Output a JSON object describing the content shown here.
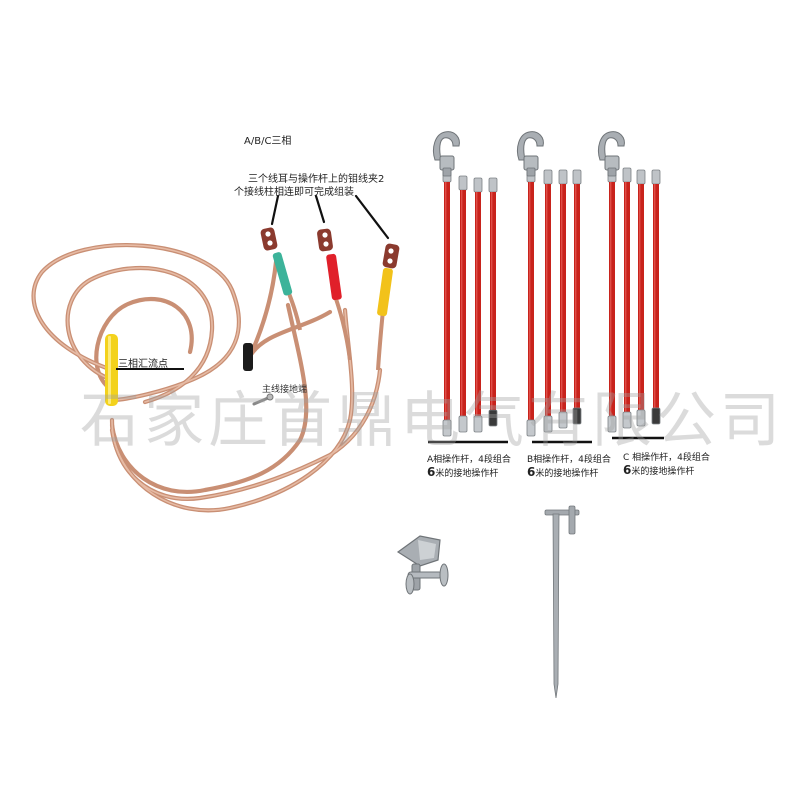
{
  "labels": {
    "phase_title": "A/B/C三相",
    "instruction_line1": "三个线耳与操作杆上的钼线夹2",
    "instruction_line2": "个接线柱相连即可完成组装",
    "junction_point": "三相汇流点",
    "main_ground_end": "主线接地端"
  },
  "rod_sets": [
    {
      "phase": "A",
      "caption_line1": "A相操作杆，4段组合",
      "caption_num": "6",
      "caption_line2": "米的接地操作杆"
    },
    {
      "phase": "B",
      "caption_line1": "B相操作杆，4段组合",
      "caption_num": "6",
      "caption_line2": "米的接地操作杆"
    },
    {
      "phase": "C",
      "caption_line1": "C 相操作杆，4段组合",
      "caption_num": "6",
      "caption_line2": "米的接地操作杆"
    }
  ],
  "watermark": "石家庄首鼎电气有限公司",
  "colors": {
    "rod_red": "#c8231c",
    "cable_copper": "#d9a48a",
    "phase_a_sleeve": "#3cb39a",
    "phase_b_sleeve": "#e0202a",
    "phase_c_sleeve": "#f2c21a",
    "junction_sleeve": "#f3d21c",
    "metal": "#a9aeb3"
  }
}
